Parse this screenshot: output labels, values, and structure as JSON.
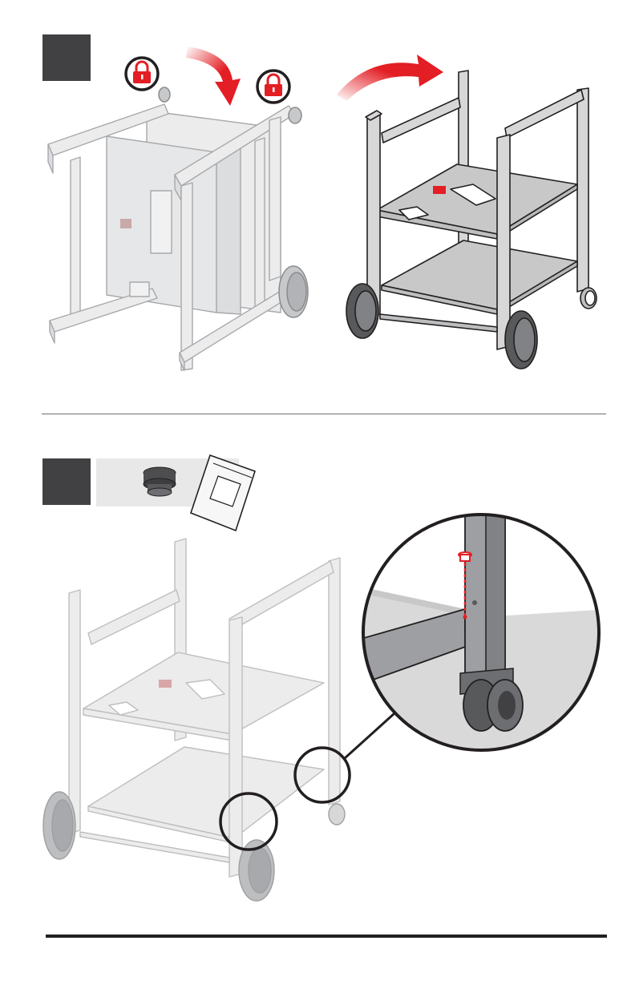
{
  "steps": [
    {
      "id": "step-a",
      "label": ""
    },
    {
      "id": "step-b",
      "label": ""
    }
  ],
  "colors": {
    "accent_red": "#e31e24",
    "step_box": "#414042",
    "frame_fill": "#d7d7d8",
    "frame_stroke": "#231f20",
    "faded_stroke": "#bcbec0",
    "wheel": "#58595b",
    "callout_bg": "#d9d9da"
  },
  "icons": [
    "lock-icon",
    "flip-arrow-icon",
    "foot-cap-part",
    "hardware-bag-icon"
  ]
}
